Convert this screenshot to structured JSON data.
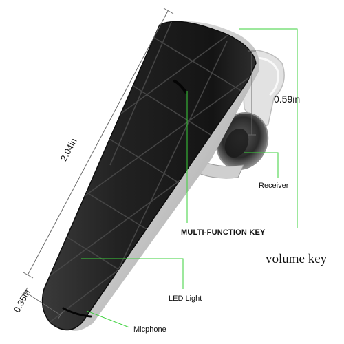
{
  "product": {
    "name": "Bluetooth headset",
    "accent_line_color": "#3bd13b",
    "body_color": "#1c1c1c",
    "dimension_line_color": "#6a6a6a"
  },
  "dimensions": {
    "length": "2.04in",
    "width": "0.35in",
    "tip": "0.59in"
  },
  "callouts": {
    "receiver": "Receiver",
    "multi_function_key": "MULTI-FUNCTION KEY",
    "volume_key": "volume key",
    "led_light": "LED Light",
    "microphone": "Micphone"
  }
}
